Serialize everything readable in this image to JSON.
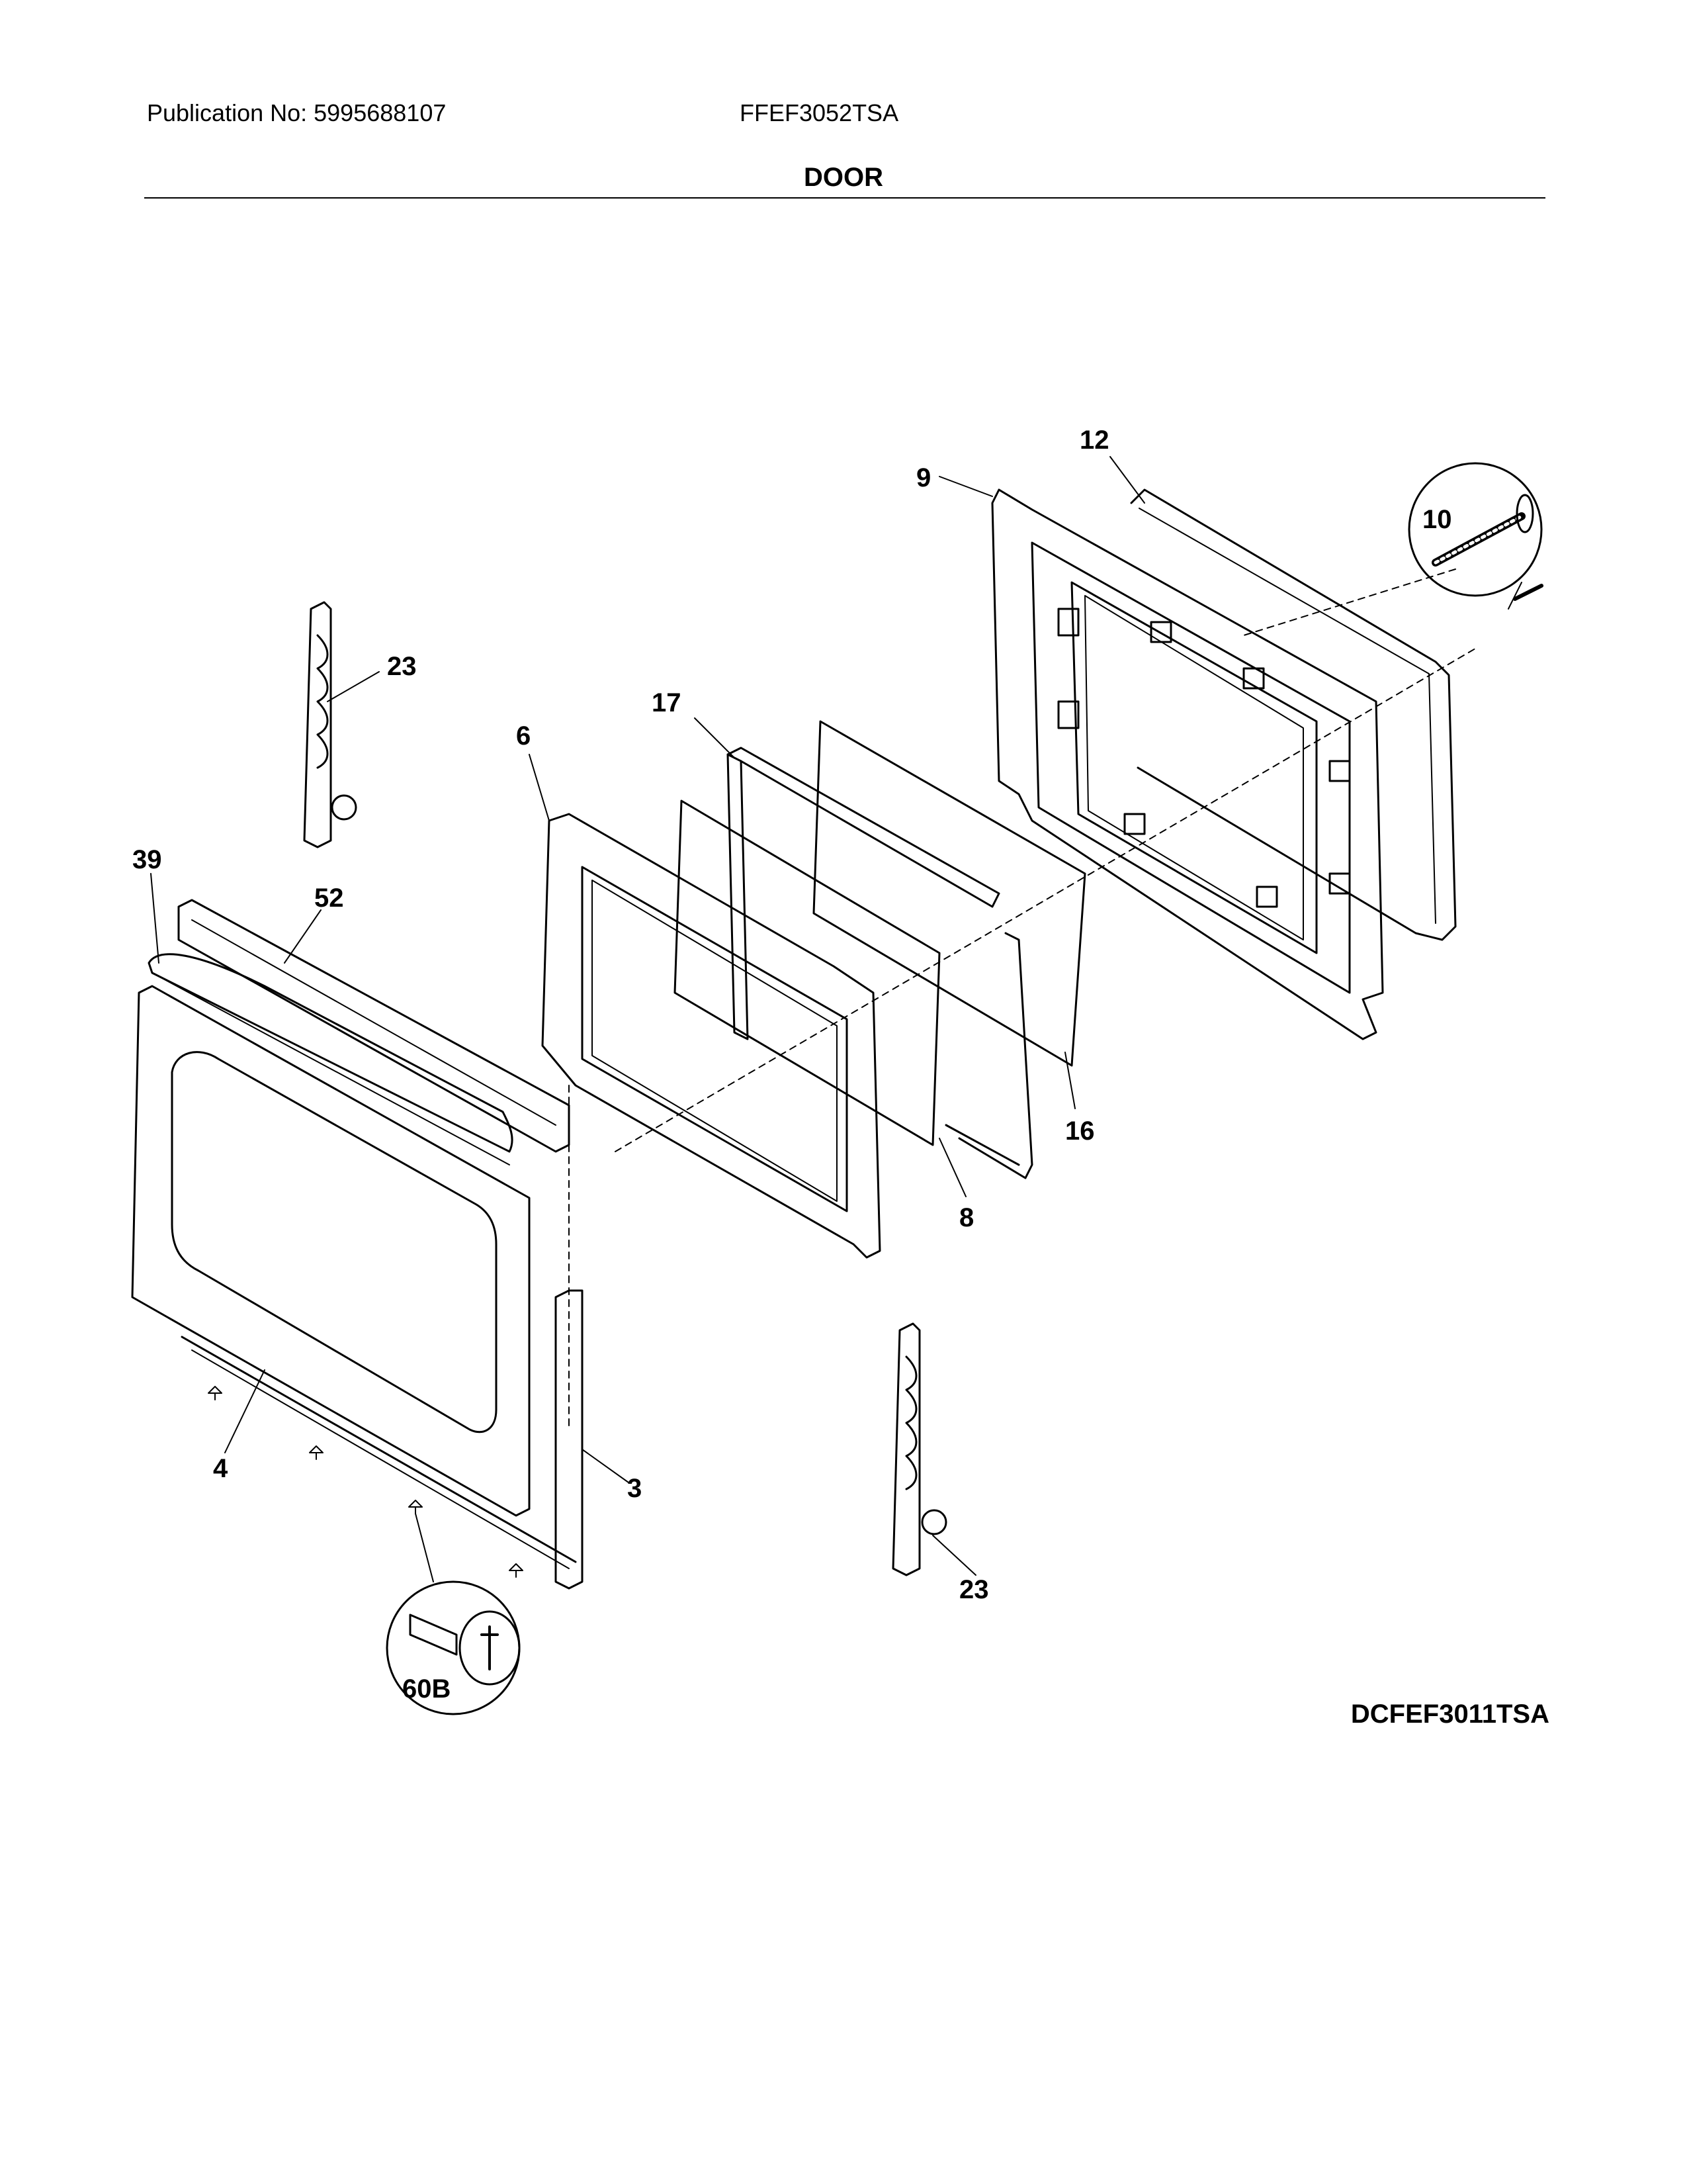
{
  "header": {
    "publication": "Publication No: 5995688107",
    "model": "FFEF3052TSA",
    "section_title": "DOOR"
  },
  "diagram_code": "DCFEF3011TSA",
  "callouts": {
    "c3": "3",
    "c4": "4",
    "c6": "6",
    "c8": "8",
    "c9": "9",
    "c10": "10",
    "c12": "12",
    "c16": "16",
    "c17": "17",
    "c23a": "23",
    "c23b": "23",
    "c39": "39",
    "c52": "52",
    "c60b": "60B"
  }
}
